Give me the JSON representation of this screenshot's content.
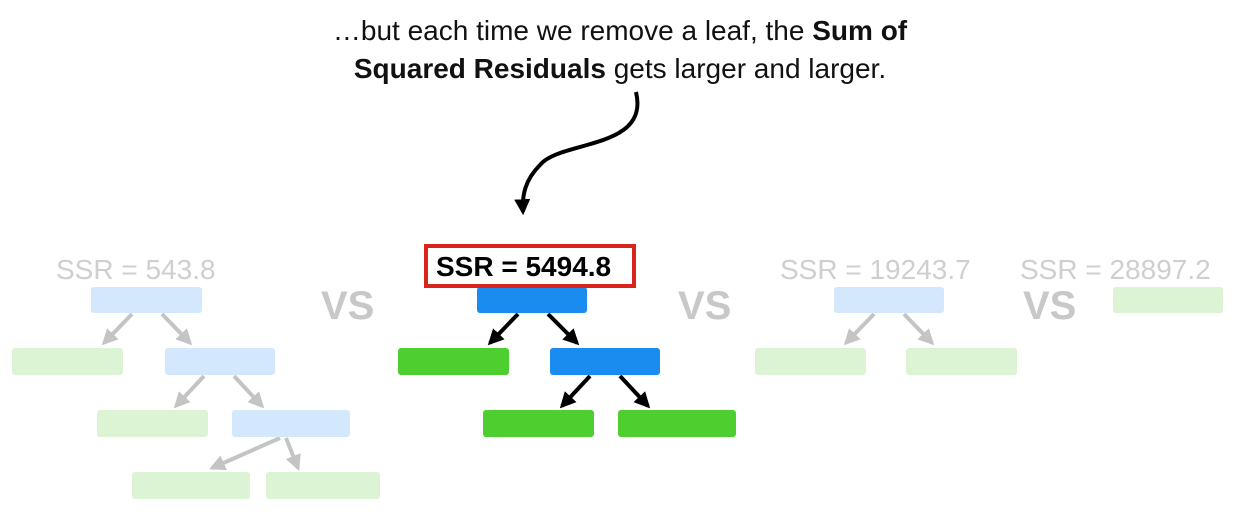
{
  "caption": {
    "line1_text": "…but each time we remove a leaf, the ",
    "line1_bold": "Sum of",
    "line2_bold": "Squared Residuals",
    "line2_text": " gets larger and larger."
  },
  "trees": [
    {
      "ssr_label": "SSR = 543.8",
      "state": "faded"
    },
    {
      "ssr_label": "SSR = 5494.8",
      "state": "highlighted"
    },
    {
      "ssr_label": "SSR = 19243.7",
      "state": "faded"
    },
    {
      "ssr_label": "SSR = 28897.2",
      "state": "faded"
    }
  ],
  "vs_label": "VS",
  "colors": {
    "node_active": "#1a8cf0",
    "leaf_active": "#4fcf2f",
    "node_faded": "#d3e8fc",
    "leaf_faded": "#dcf3d4",
    "arrow_active": "#000000",
    "arrow_faded": "#c4c4c4",
    "highlight_border": "#d9241c",
    "faded_text": "#cfcfcf"
  }
}
